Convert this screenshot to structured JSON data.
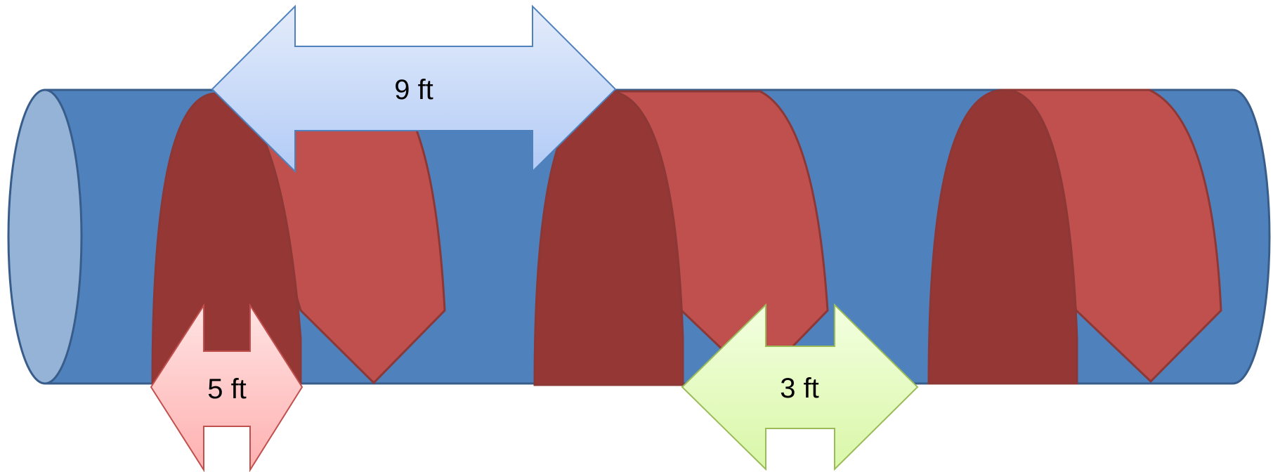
{
  "labels": {
    "top_arrow": "9 ft",
    "left_arrow": "5 ft",
    "right_arrow": "3 ft"
  },
  "colors": {
    "pipe_body": "#4f81bd",
    "pipe_end": "#95b3d7",
    "pipe_stroke": "#385d8a",
    "band_front": "#c0504d",
    "band_back": "#953735",
    "band_stroke": "#8c3836",
    "arrow_blue_top": "#e4ecfb",
    "arrow_blue_bottom": "#b2cbf6",
    "arrow_blue_stroke": "#4f81bd",
    "arrow_red_top": "#ffe3e3",
    "arrow_red_bottom": "#ffb0b0",
    "arrow_red_stroke": "#c0504d",
    "arrow_green_top": "#f3ffe0",
    "arrow_green_bottom": "#d9f7a8",
    "arrow_green_stroke": "#9bbb59"
  }
}
